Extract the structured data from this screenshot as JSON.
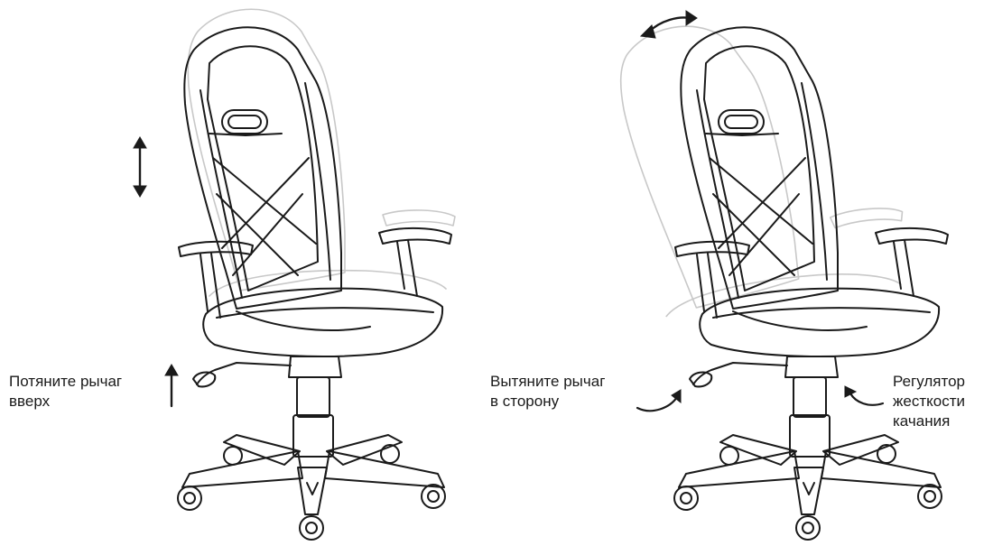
{
  "captions": {
    "height_lever": {
      "line1": "Потяните рычаг",
      "line2": "вверх"
    },
    "tilt_lever": {
      "line1": "Вытяните рычаг",
      "line2": "в сторону"
    },
    "tension_knob": {
      "line1": "Регулятор",
      "line2": "жесткости",
      "line3": "качания"
    }
  },
  "colors": {
    "line": "#1a1a1a",
    "ghost": "#c8c8c8",
    "background": "#ffffff"
  },
  "icons": [
    "up-down-arrow-icon",
    "up-arrow-icon",
    "double-curved-arrow-icon",
    "curved-arrow-icon"
  ]
}
